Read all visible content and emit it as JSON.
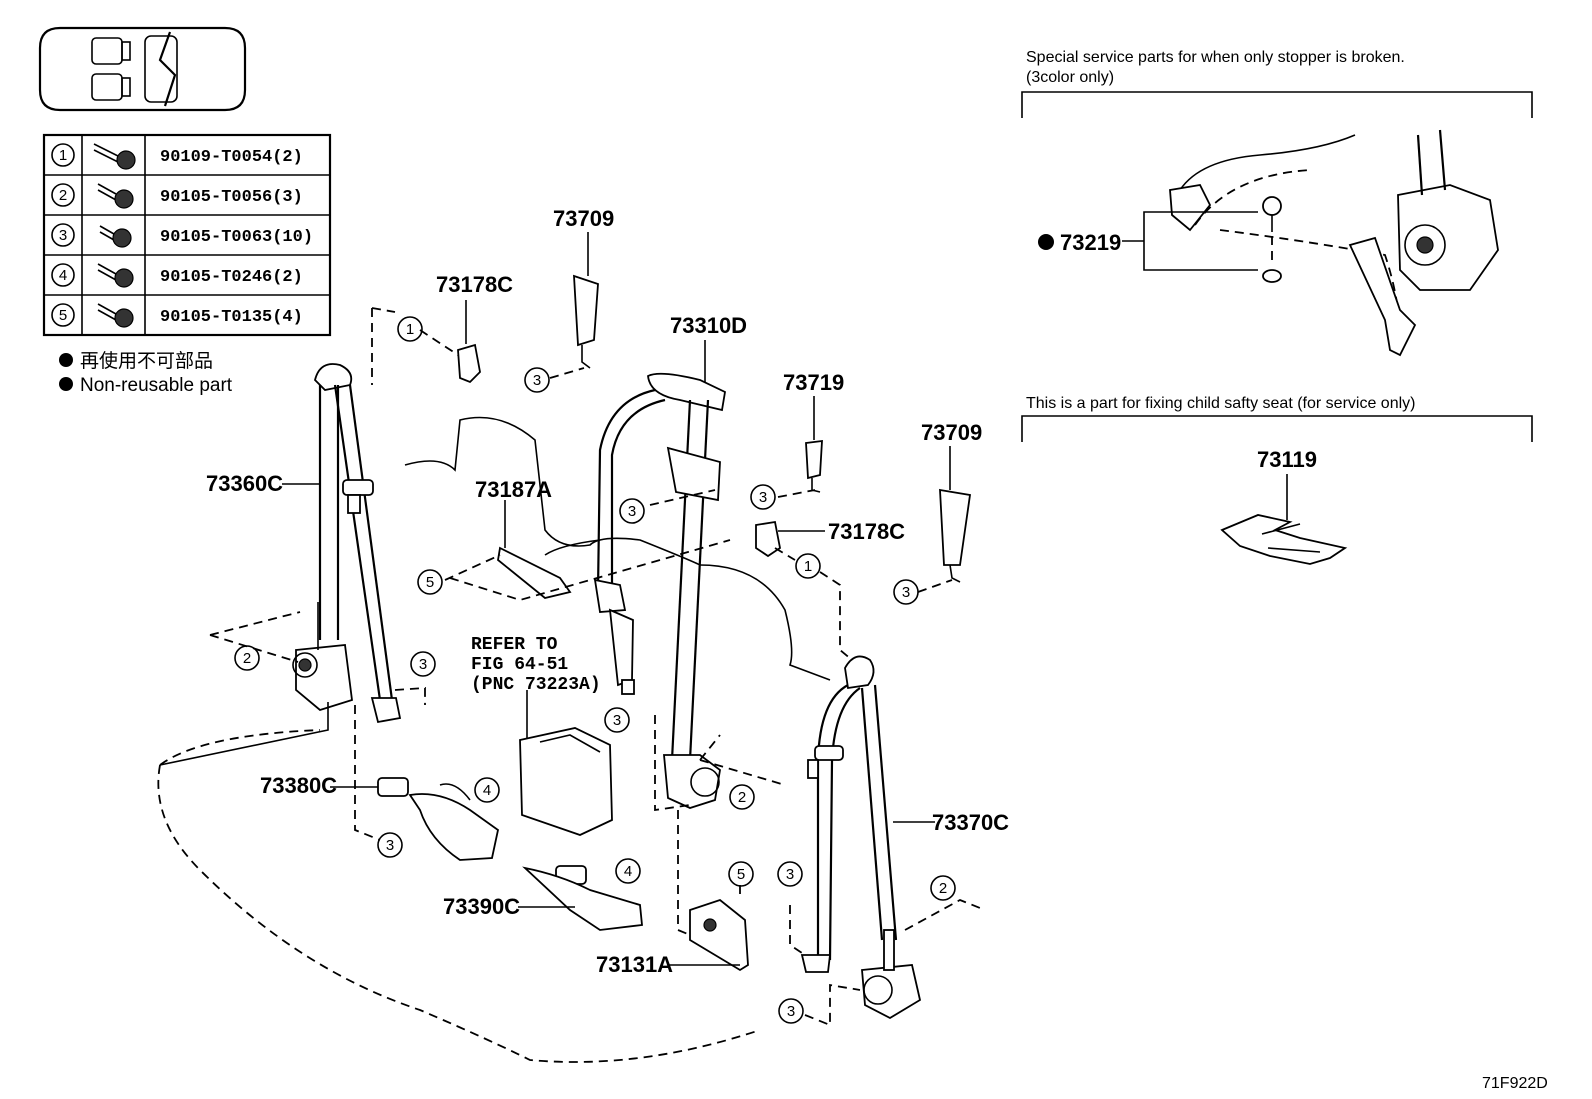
{
  "fastener_table": [
    {
      "num": "1",
      "part": "90109-T0054(2)"
    },
    {
      "num": "2",
      "part": "90105-T0056(3)"
    },
    {
      "num": "3",
      "part": "90105-T0063(10)"
    },
    {
      "num": "4",
      "part": "90105-T0246(2)"
    },
    {
      "num": "5",
      "part": "90105-T0135(4)"
    }
  ],
  "legend": {
    "jp": "再使用不可部品",
    "en": "Non-reusable part"
  },
  "labels": {
    "p73709a": "73709",
    "p73178c_top": "73178C",
    "p73310d": "73310D",
    "p73719": "73719",
    "p73709b": "73709",
    "p73360c": "73360C",
    "p73187a": "73187A",
    "p73178c_mid": "73178C",
    "p73380c": "73380C",
    "p73390c": "73390C",
    "p73131a": "73131A",
    "p73370c": "73370C",
    "p73219": "73219",
    "p73119": "73119"
  },
  "refer": {
    "line1": "REFER TO",
    "line2": "FIG 64-51",
    "line3": "(PNC 73223A)"
  },
  "notes": {
    "special_line1": "Special service parts for when only stopper is broken.",
    "special_line2": "(3color only)",
    "child_seat": "This is a part for fixing child safty seat (for service only)"
  },
  "callouts": {
    "c1": "1",
    "c2": "2",
    "c3": "3",
    "c4": "4",
    "c5": "5"
  },
  "figure_code": "71F922D"
}
